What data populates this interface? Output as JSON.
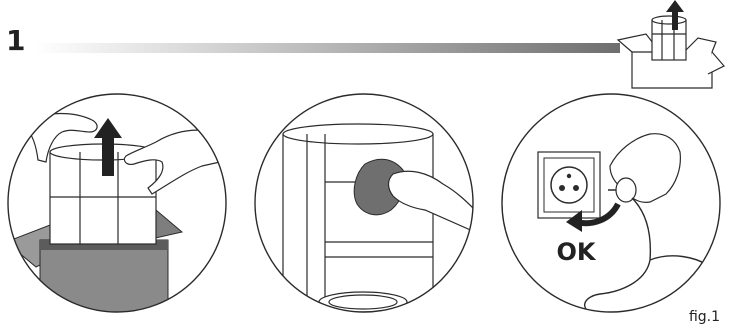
{
  "step": {
    "number": "1"
  },
  "panels": [
    {
      "id": "unpack"
    },
    {
      "id": "wipe"
    },
    {
      "id": "plug-in",
      "ok_label": "OK"
    }
  ],
  "figure": {
    "label": "fig.1"
  },
  "colors": {
    "line": "#2b2b2b",
    "box_grey": "#8a8a8a",
    "box_dark": "#5c5c5c",
    "arrow": "#222222",
    "cloth": "#6f6f6f"
  },
  "icons": [
    "unpack-thumbnail-icon",
    "up-arrow-icon",
    "cloth-icon",
    "power-socket-icon",
    "power-plug-icon",
    "curved-arrow-icon"
  ]
}
